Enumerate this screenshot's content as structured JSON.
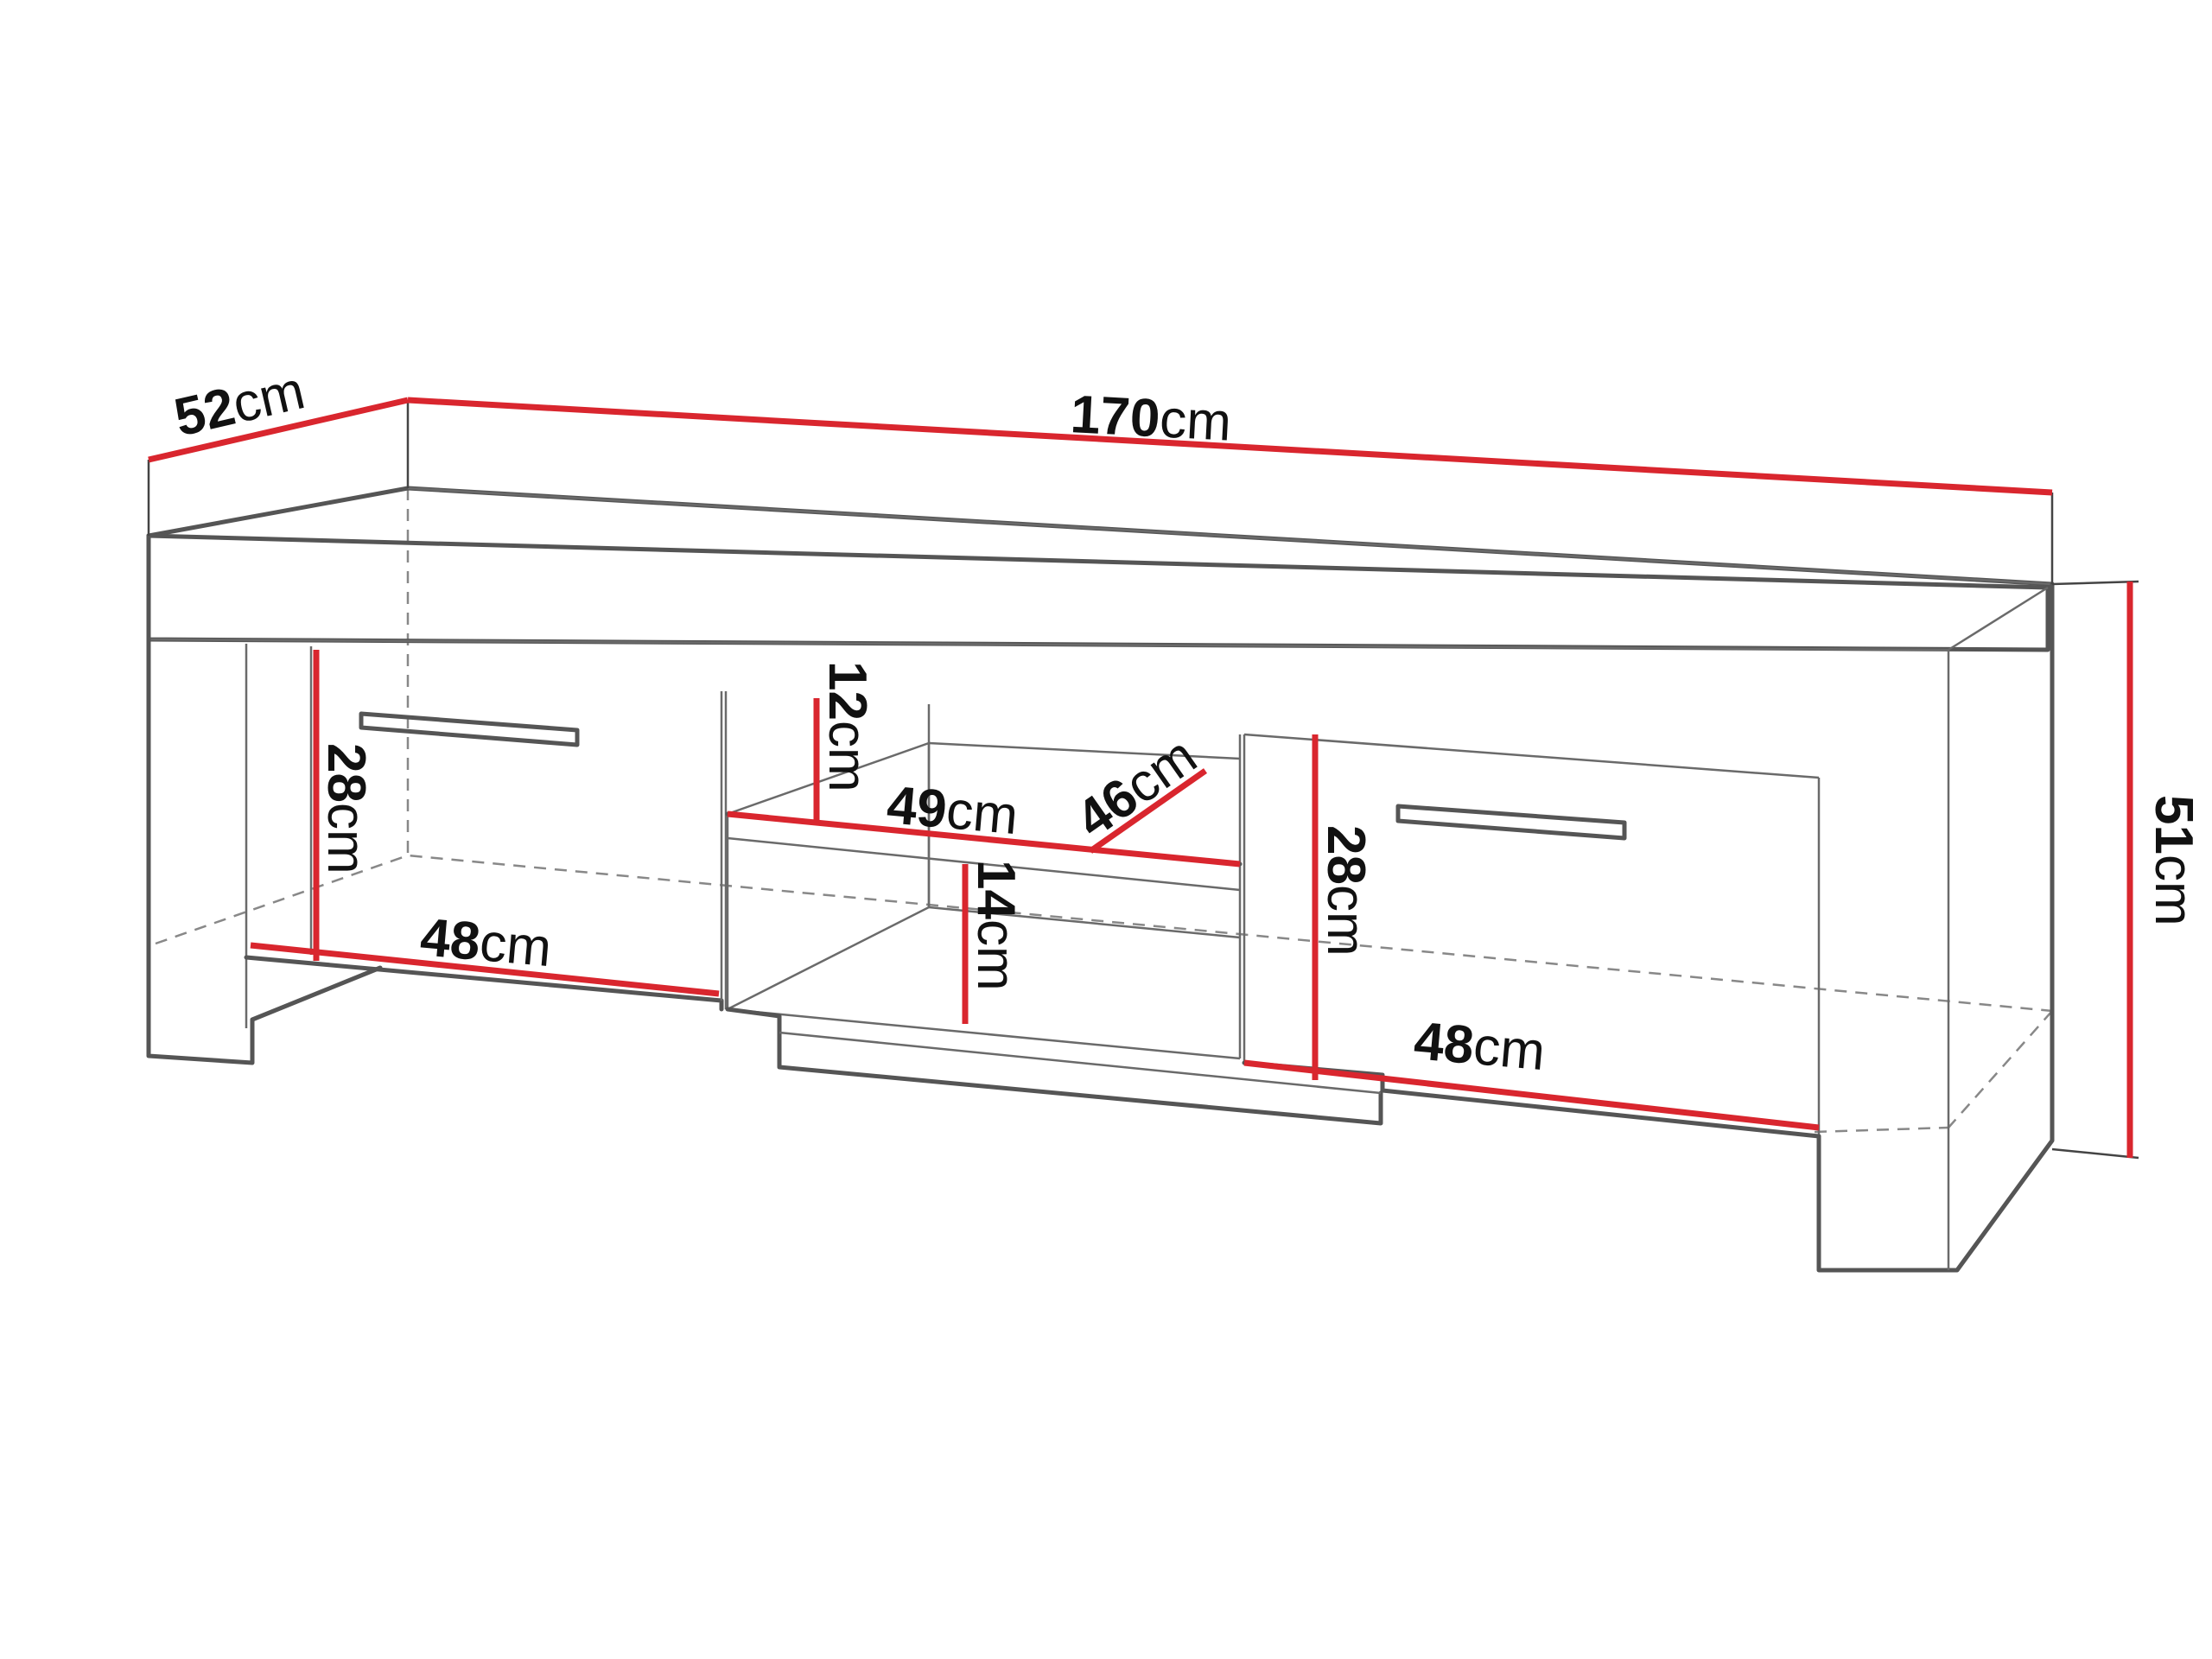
{
  "diagram": {
    "colors": {
      "outline": "#555555",
      "dimension": "#d9262e",
      "text": "#111111"
    },
    "dimensions": {
      "depth": {
        "value": "52",
        "unit": "cm"
      },
      "width": {
        "value": "170",
        "unit": "cm"
      },
      "height": {
        "value": "51",
        "unit": "cm"
      },
      "left_door_h": {
        "value": "28",
        "unit": "cm"
      },
      "left_door_w": {
        "value": "48",
        "unit": "cm"
      },
      "shelf_top_h": {
        "value": "12",
        "unit": "cm"
      },
      "shelf_w": {
        "value": "49",
        "unit": "cm"
      },
      "shelf_d": {
        "value": "46",
        "unit": "cm"
      },
      "shelf_low_h": {
        "value": "14",
        "unit": "cm"
      },
      "right_door_h": {
        "value": "28",
        "unit": "cm"
      },
      "right_door_w": {
        "value": "48",
        "unit": "cm"
      }
    }
  }
}
